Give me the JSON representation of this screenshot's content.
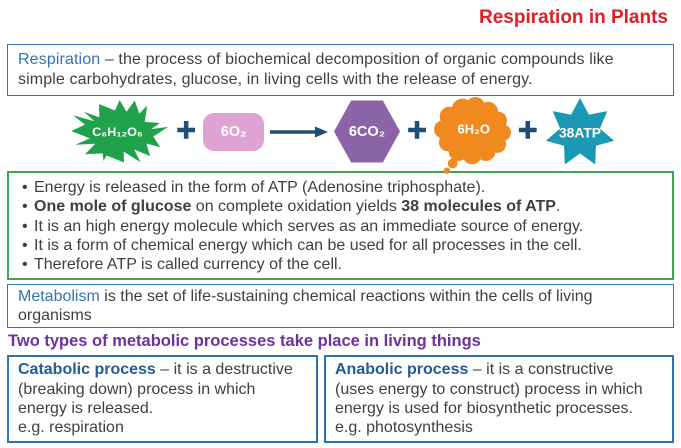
{
  "title": "Respiration in Plants",
  "definitions": {
    "respiration": {
      "term": "Respiration",
      "text": " – the process of biochemical decomposition of organic compounds like simple carbohydrates, glucose, in living cells with the release of energy."
    },
    "metabolism": {
      "term": "Metabolism",
      "text": " is the set of life-sustaining chemical reactions within the cells of living organisms"
    }
  },
  "equation": {
    "glucose": "C₆H₁₂O₆",
    "plus": "+",
    "oxygen": "6O₂",
    "carbon_dioxide": "6CO₂",
    "water": "6H₂O",
    "atp": "38ATP"
  },
  "atp_facts": {
    "bullet1": "Energy is released in the form of ATP (Adenosine triphosphate).",
    "bullet2_bold1": "One mole of glucose",
    "bullet2_mid": " on complete oxidation yields ",
    "bullet2_bold2": "38 molecules of ATP",
    "bullet2_end": ".",
    "bullet3": "It is an high energy molecule which serves as an immediate source of energy.",
    "bullet4": "It is a form of chemical energy which can be used for all processes in the cell.",
    "bullet5": "Therefore ATP is called currency of the cell."
  },
  "metabolic_heading": "Two types of metabolic processes take place in living things",
  "catabolic": {
    "term": "Catabolic process",
    "text": " – it is a destructive (breaking down) process in which energy is released.",
    "example": "e.g. respiration"
  },
  "anabolic": {
    "term": "Anabolic process",
    "text": " – it is a constructive (uses energy to construct) process in which energy is used for biosynthetic processes.",
    "example": "e.g. photosynthesis"
  },
  "colors": {
    "title_red": "#e01e26",
    "term_blue": "#2e74b5",
    "process_blue": "#1f5c99",
    "heading_purple": "#7030a0",
    "burst_green": "#1fa24a",
    "oxygen_pink": "#dfa3d3",
    "co2_purple": "#8b64a8",
    "water_orange": "#f08a1e",
    "atp_teal": "#1b99b4",
    "operator_navy": "#1f4e79",
    "green_border": "#3fa54d",
    "blue_border": "#2e74b5"
  }
}
